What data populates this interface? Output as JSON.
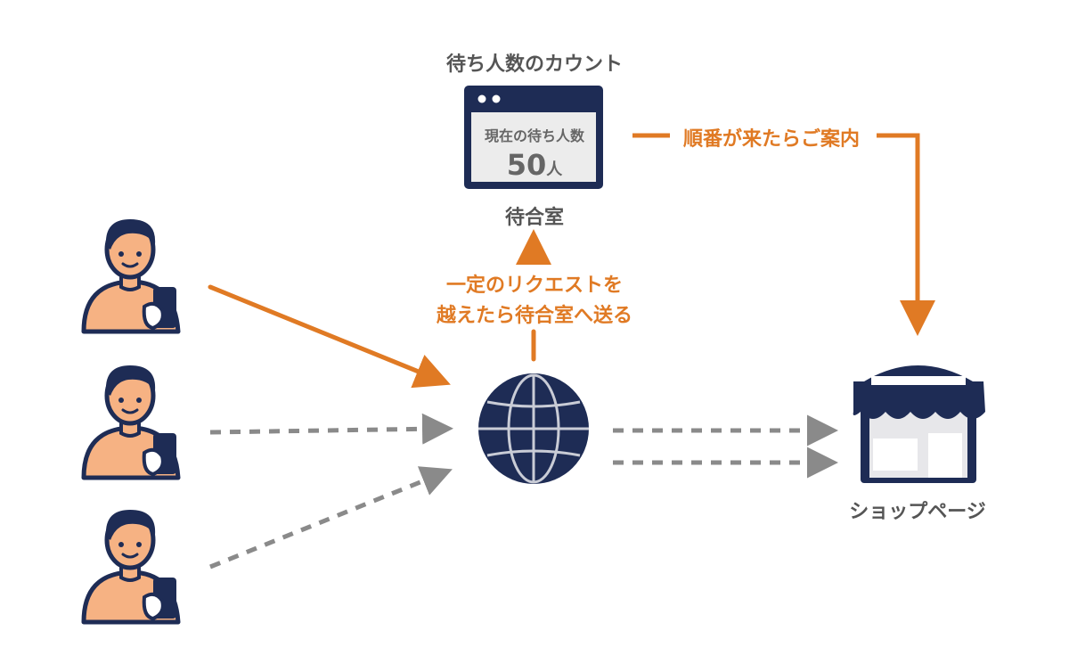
{
  "counter_title": "待ち人数のカウント",
  "waiting_room": {
    "label": "待合室",
    "panel_caption": "現在の待ち人数",
    "count_value": "50",
    "count_unit": "人"
  },
  "request_label": {
    "line1": "一定のリクエストを",
    "line2": "越えたら待合室へ送る"
  },
  "guide_label": "順番が来たらご案内",
  "shop_label": "ショップページ",
  "colors": {
    "navy": "#1e2c55",
    "orange": "#e07a24",
    "skin": "#f6b283",
    "gray_arrow": "#8a8a8a",
    "panel_bg": "#ececec"
  },
  "icons": {
    "user": "user-with-phone-icon",
    "globe": "globe-icon",
    "browser": "browser-window-icon",
    "shop": "shop-storefront-icon"
  }
}
